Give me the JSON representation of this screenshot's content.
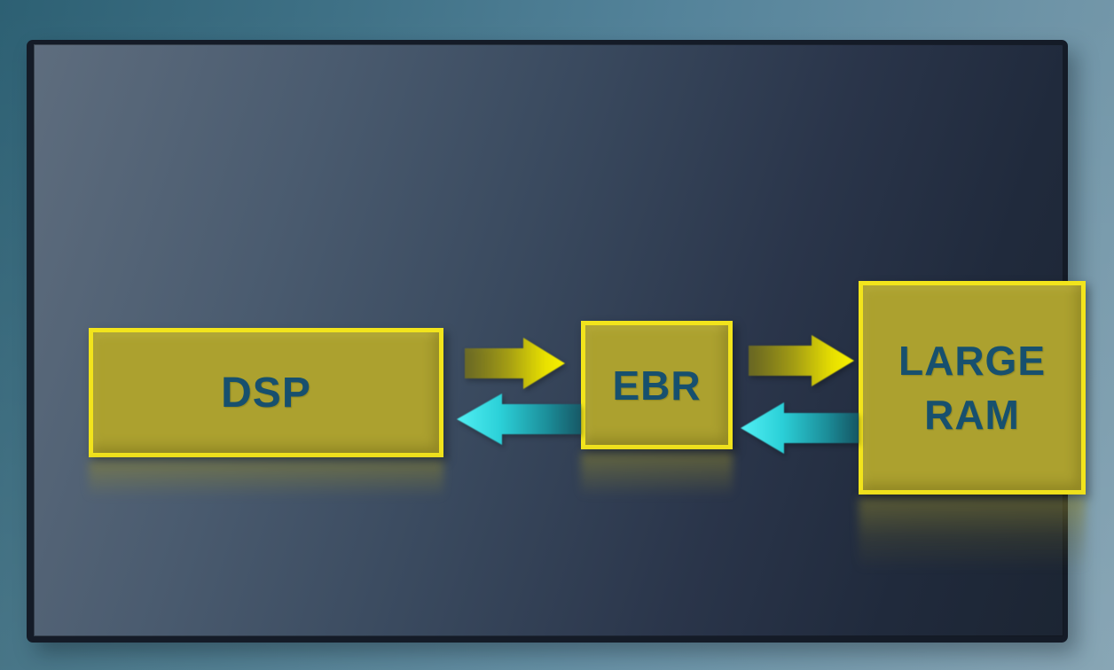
{
  "diagram": {
    "type": "block-diagram",
    "nodes": [
      {
        "id": "dsp",
        "label": "DSP"
      },
      {
        "id": "ebr",
        "label": "EBR"
      },
      {
        "id": "large-ram",
        "label": "LARGE\nRAM"
      }
    ],
    "edges": [
      {
        "from": "dsp",
        "to": "ebr",
        "direction": "right",
        "style": "yellow-arrow"
      },
      {
        "from": "ebr",
        "to": "dsp",
        "direction": "left",
        "style": "cyan-arrow"
      },
      {
        "from": "ebr",
        "to": "large-ram",
        "direction": "right",
        "style": "yellow-arrow"
      },
      {
        "from": "large-ram",
        "to": "ebr",
        "direction": "left",
        "style": "cyan-arrow"
      }
    ],
    "colors": {
      "node_fill": "#aca12f",
      "node_border": "#f2e41c",
      "node_text": "#17506e",
      "arrow_yellow_bright": "#f8f200",
      "arrow_yellow_dark": "#74701f",
      "arrow_cyan_bright": "#52f0f4",
      "arrow_cyan_dark": "#15616e",
      "panel_gradient_light": "#5e6d7e",
      "panel_gradient_dark": "#1c2533",
      "panel_border": "#141b27",
      "background_left": "#2d6073",
      "background_right": "#7b9cad"
    }
  }
}
